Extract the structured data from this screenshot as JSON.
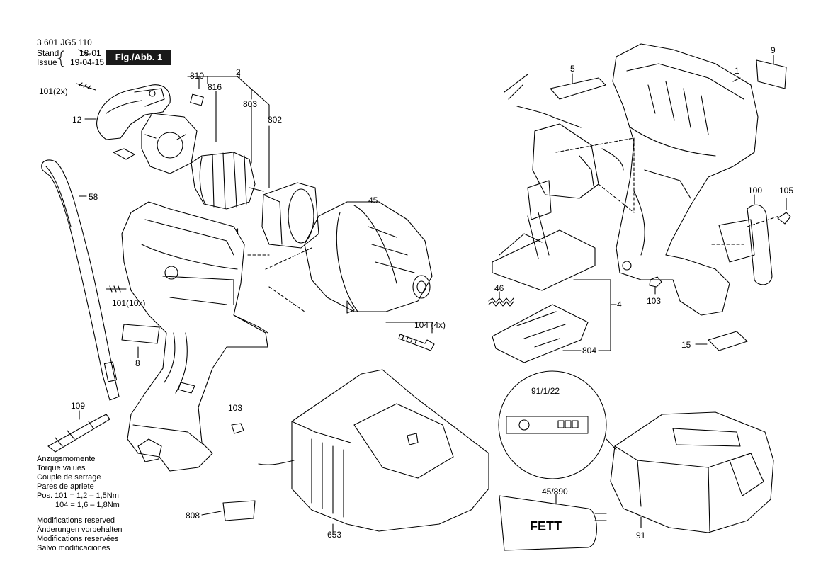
{
  "header": {
    "doc_number": "3 601 JG5 110",
    "stand_label": "Stand",
    "issue_label": "Issue",
    "stand_value": "18-01",
    "issue_value": "19-04-15",
    "fig_label": "Fig./Abb. 1"
  },
  "part_labels": {
    "p101_2x": "101(2x)",
    "p12": "12",
    "p810": "810",
    "p816": "816",
    "p2": "2",
    "p803": "803",
    "p802": "802",
    "p58": "58",
    "p1_left": "1",
    "p45": "45",
    "p101_10x": "101(10x)",
    "p8": "8",
    "p104_4x": "104  (4x)",
    "p5": "5",
    "p1_right": "1",
    "p9": "9",
    "p100": "100",
    "p105": "105",
    "p46": "46",
    "p4": "4",
    "p103_right": "103",
    "p804": "804",
    "p15": "15",
    "p109": "109",
    "p103_left": "103",
    "p91_1_22": "91/1/22",
    "p45_890": "45/890",
    "p808": "808",
    "p653": "653",
    "p91": "91",
    "fett": "FETT"
  },
  "torque": {
    "title_de": "Anzugsmomente",
    "title_en": "Torque values",
    "title_fr": "Couple de serrage",
    "title_es": "Pares de apriete",
    "pos_101": "Pos. 101  = 1,2 – 1,5Nm",
    "pos_104": "104  = 1,6 – 1,8Nm"
  },
  "notes": {
    "en": "Modifications reserved",
    "de": "Änderungen vorbehalten",
    "fr": "Modifications reservées",
    "es": "Salvo modificaciones"
  }
}
